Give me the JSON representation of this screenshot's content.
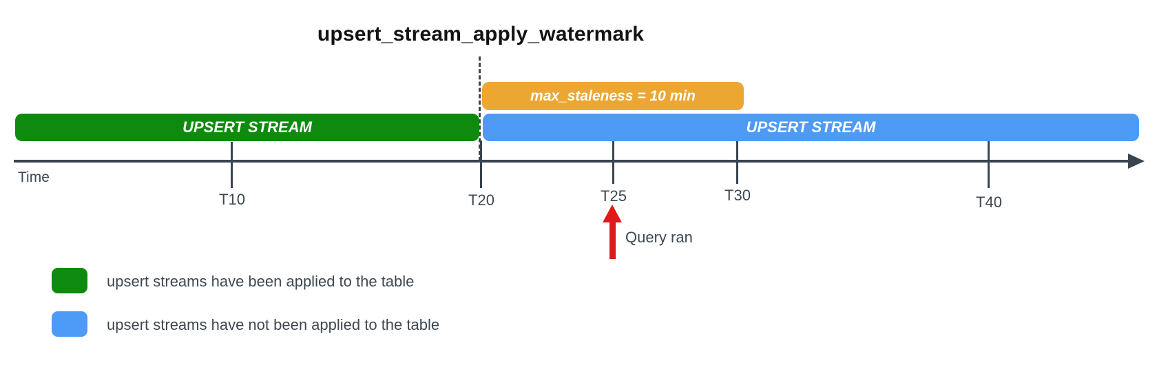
{
  "title": "upsert_stream_apply_watermark",
  "staleness_bar": {
    "label": "max_staleness = 10 min",
    "color": "#ECA733"
  },
  "applied_bar": {
    "label": "UPSERT STREAM",
    "color": "#0E8B0E"
  },
  "unapplied_bar": {
    "label": "UPSERT STREAM",
    "color": "#4D9BF7"
  },
  "timeline": {
    "axis_label": "Time",
    "axis_color": "#3A4450",
    "ticks": [
      "T10",
      "T20",
      "T25",
      "T30",
      "T40"
    ],
    "watermark_at_tick": "T20"
  },
  "annotation": {
    "label": "Query ran",
    "arrow_color": "#E01A1A",
    "at_tick": "T25"
  },
  "legend": {
    "items": [
      {
        "swatch_color": "#0E8B0E",
        "label": "upsert streams have been applied to the table"
      },
      {
        "swatch_color": "#4D9BF7",
        "label": "upsert streams have not been applied to the table"
      }
    ]
  }
}
